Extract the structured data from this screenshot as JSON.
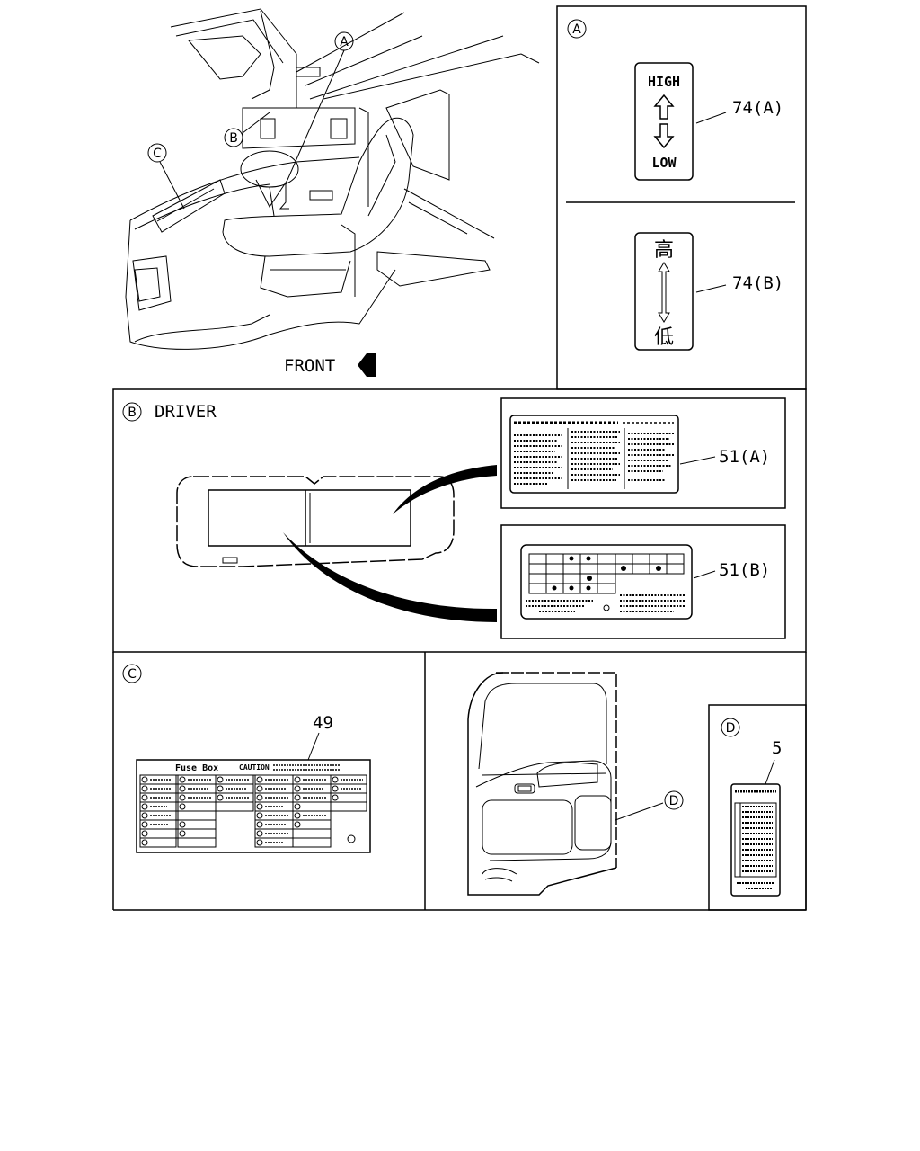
{
  "callouts": {
    "a": "A",
    "b": "B",
    "c": "C",
    "d": "D"
  },
  "front_label": "FRONT",
  "panel_a": {
    "sign_high_label": "HIGH",
    "sign_low_label": "LOW",
    "part_74a": "74(A)",
    "sign_high_cjk": "高",
    "sign_low_cjk": "低",
    "part_74b": "74(B)"
  },
  "panel_b": {
    "title": "DRIVER",
    "part_51a": "51(A)",
    "part_51b": "51(B)"
  },
  "panel_c": {
    "part_49": "49",
    "fuse_box_title": "Fuse Box",
    "caution_label": "CAUTION"
  },
  "panel_d": {
    "part_5": "5"
  }
}
